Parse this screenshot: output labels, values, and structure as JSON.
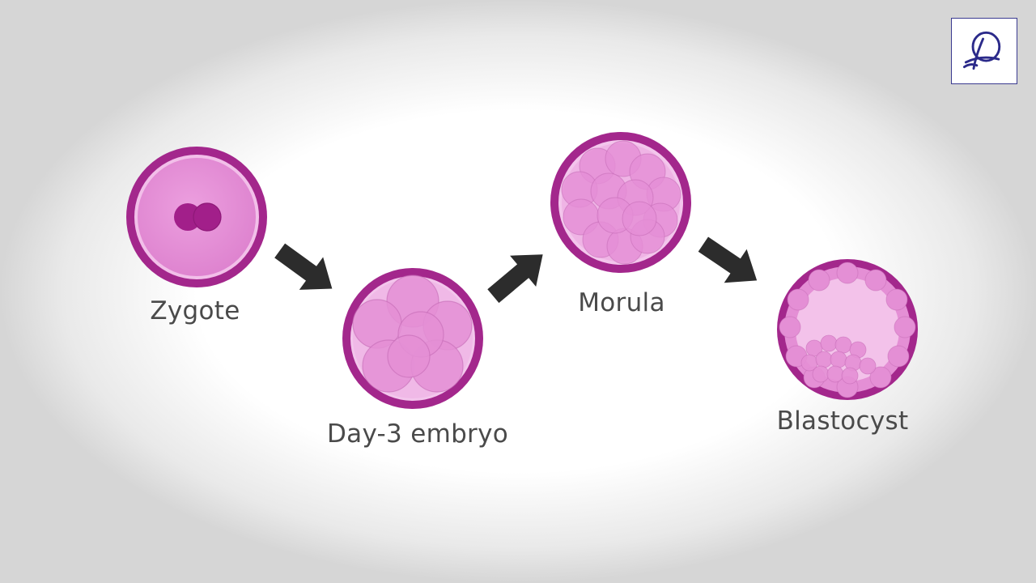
{
  "stages": [
    {
      "name": "Zygote"
    },
    {
      "name": "Day-3 embryo"
    },
    {
      "name": "Morula"
    },
    {
      "name": "Blastocyst"
    }
  ],
  "colors": {
    "zona": "#a3278c",
    "cell_fill": "#e48fd5",
    "cell_light": "#f0b8e6",
    "pronucleus": "#a21f8a",
    "arrow": "#2c2c2c",
    "label": "#4a4a4a",
    "logo": "#2b2a8a"
  },
  "logo": {
    "icon": "brand-logo-icon"
  }
}
